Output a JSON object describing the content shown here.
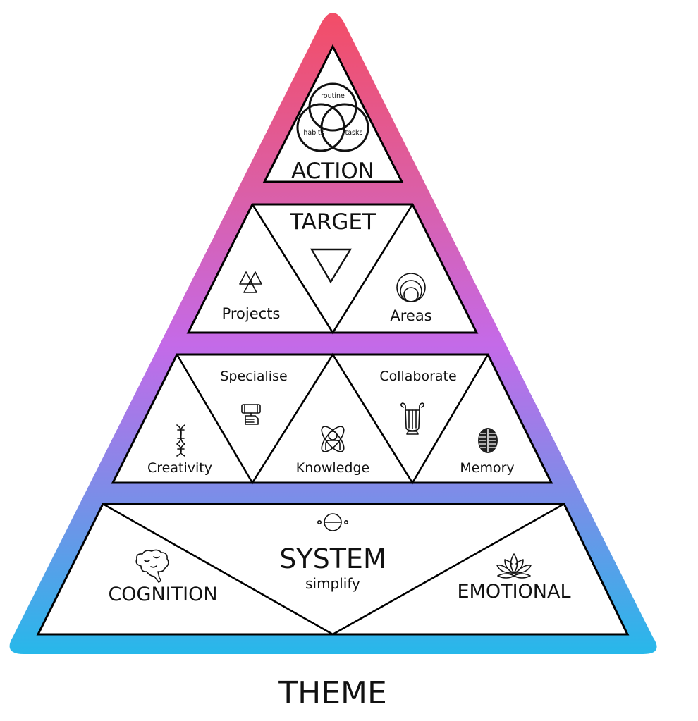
{
  "colors": {
    "gradient_top": "#f34d66",
    "gradient_upper": "#db5fa6",
    "gradient_mid": "#c46ae8",
    "gradient_lower": "#7a8ee8",
    "gradient_bottom": "#27b8ea",
    "panel_fill": "#ffffff",
    "stroke": "#000000"
  },
  "action": {
    "title": "ACTION",
    "venn": {
      "top": "routine",
      "left": "habits",
      "right": "tasks"
    }
  },
  "target": {
    "title": "TARGET",
    "left": {
      "label": "Projects",
      "icon": "triple-triangle-icon"
    },
    "center": {
      "icon": "inverted-triangle-icon"
    },
    "right": {
      "label": "Areas",
      "icon": "nested-circles-icon"
    }
  },
  "skills": {
    "items": [
      {
        "label": "Creativity",
        "icon": "dna-icon"
      },
      {
        "label": "Specialise",
        "icon": "hammer-fist-icon"
      },
      {
        "label": "Knowledge",
        "icon": "atom-person-icon"
      },
      {
        "label": "Collaborate",
        "icon": "lyre-icon"
      },
      {
        "label": "Memory",
        "icon": "brain-top-icon"
      }
    ]
  },
  "system": {
    "title": "SYSTEM",
    "subtitle": "simplify",
    "icon": "theta-orbit-icon",
    "left": {
      "label": "COGNITION",
      "icon": "brain-icon"
    },
    "right": {
      "label": "EMOTIONAL",
      "icon": "lotus-icon"
    }
  },
  "footer": {
    "label": "THEME"
  }
}
